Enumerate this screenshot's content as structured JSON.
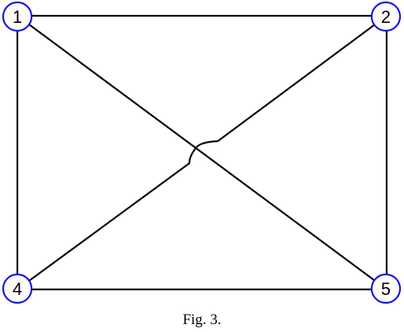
{
  "figure": {
    "caption": "Fig. 3."
  },
  "colors": {
    "node_stroke": "#1414e6",
    "edge_stroke": "#000000"
  },
  "graph": {
    "nodes": [
      {
        "id": "1",
        "label": "1"
      },
      {
        "id": "2",
        "label": "2"
      },
      {
        "id": "4",
        "label": "4"
      },
      {
        "id": "5",
        "label": "5"
      }
    ],
    "edges": [
      {
        "from": "1",
        "to": "2"
      },
      {
        "from": "1",
        "to": "4"
      },
      {
        "from": "2",
        "to": "5"
      },
      {
        "from": "4",
        "to": "5"
      },
      {
        "from": "1",
        "to": "5"
      },
      {
        "from": "2",
        "to": "4",
        "crossing_hop": true
      }
    ]
  }
}
